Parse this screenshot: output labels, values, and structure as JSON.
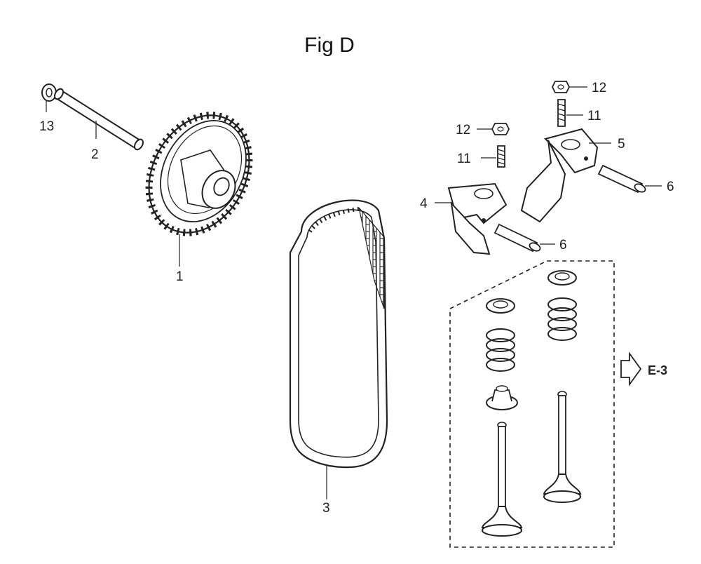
{
  "title": "Fig D",
  "callouts": {
    "c1": "1",
    "c2": "2",
    "c3": "3",
    "c4": "4",
    "c5": "5",
    "c6a": "6",
    "c6b": "6",
    "c11a": "11",
    "c11b": "11",
    "c12a": "12",
    "c12b": "12",
    "c13": "13"
  },
  "reference": {
    "label": "E-3"
  }
}
